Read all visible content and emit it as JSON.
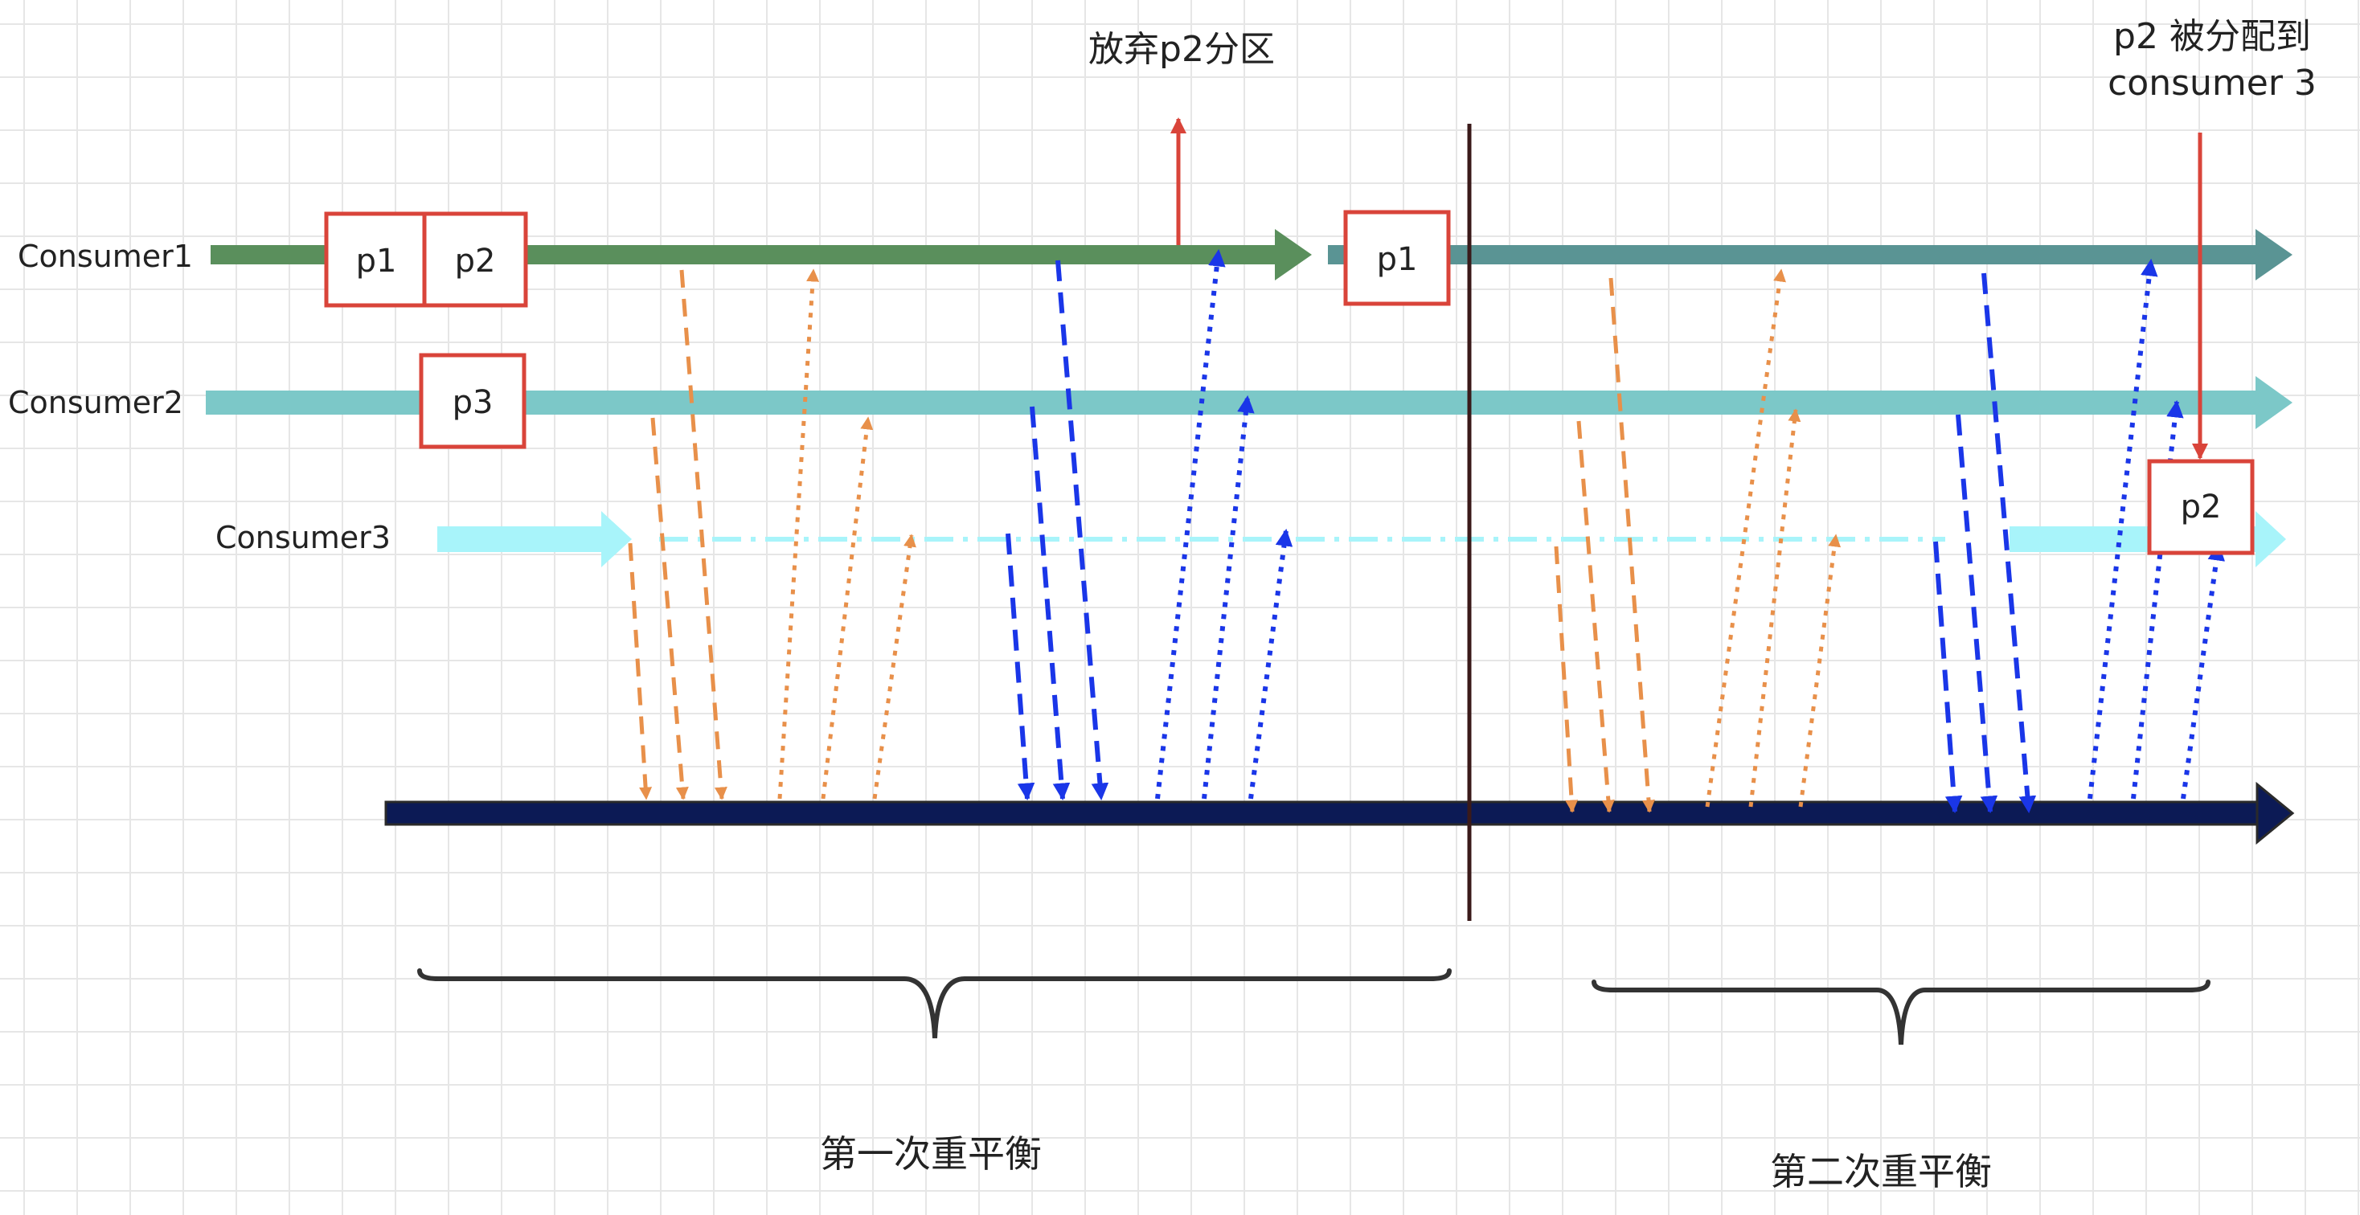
{
  "lanes": {
    "consumer1": "Consumer1",
    "consumer2": "Consumer2",
    "consumer3": "Consumer3"
  },
  "partitions": {
    "c1_p1": "p1",
    "c1_p2": "p2",
    "c2_p3": "p3",
    "c1_p1_after": "p1",
    "c3_p2": "p2"
  },
  "annotations": {
    "drop_p2": "放弃p2分区",
    "assign_line1": "p2 被分配到",
    "assign_line2": "consumer 3"
  },
  "phases": {
    "first": "第一次重平衡",
    "second": "第二次重平衡"
  },
  "colors": {
    "consumer1_before": "#5a8f5c",
    "consumer1_after": "#5a9494",
    "consumer2": "#7cc8c8",
    "consumer3": "#a8f4fa",
    "timeline": "#0c1a55",
    "orange": "#e8904a",
    "blue": "#1a36e8",
    "box_border": "#d9443a",
    "red_arrow": "#d9443a",
    "divider": "#3a1a1a",
    "brace": "#333333",
    "grid": "#e6e6e6"
  }
}
